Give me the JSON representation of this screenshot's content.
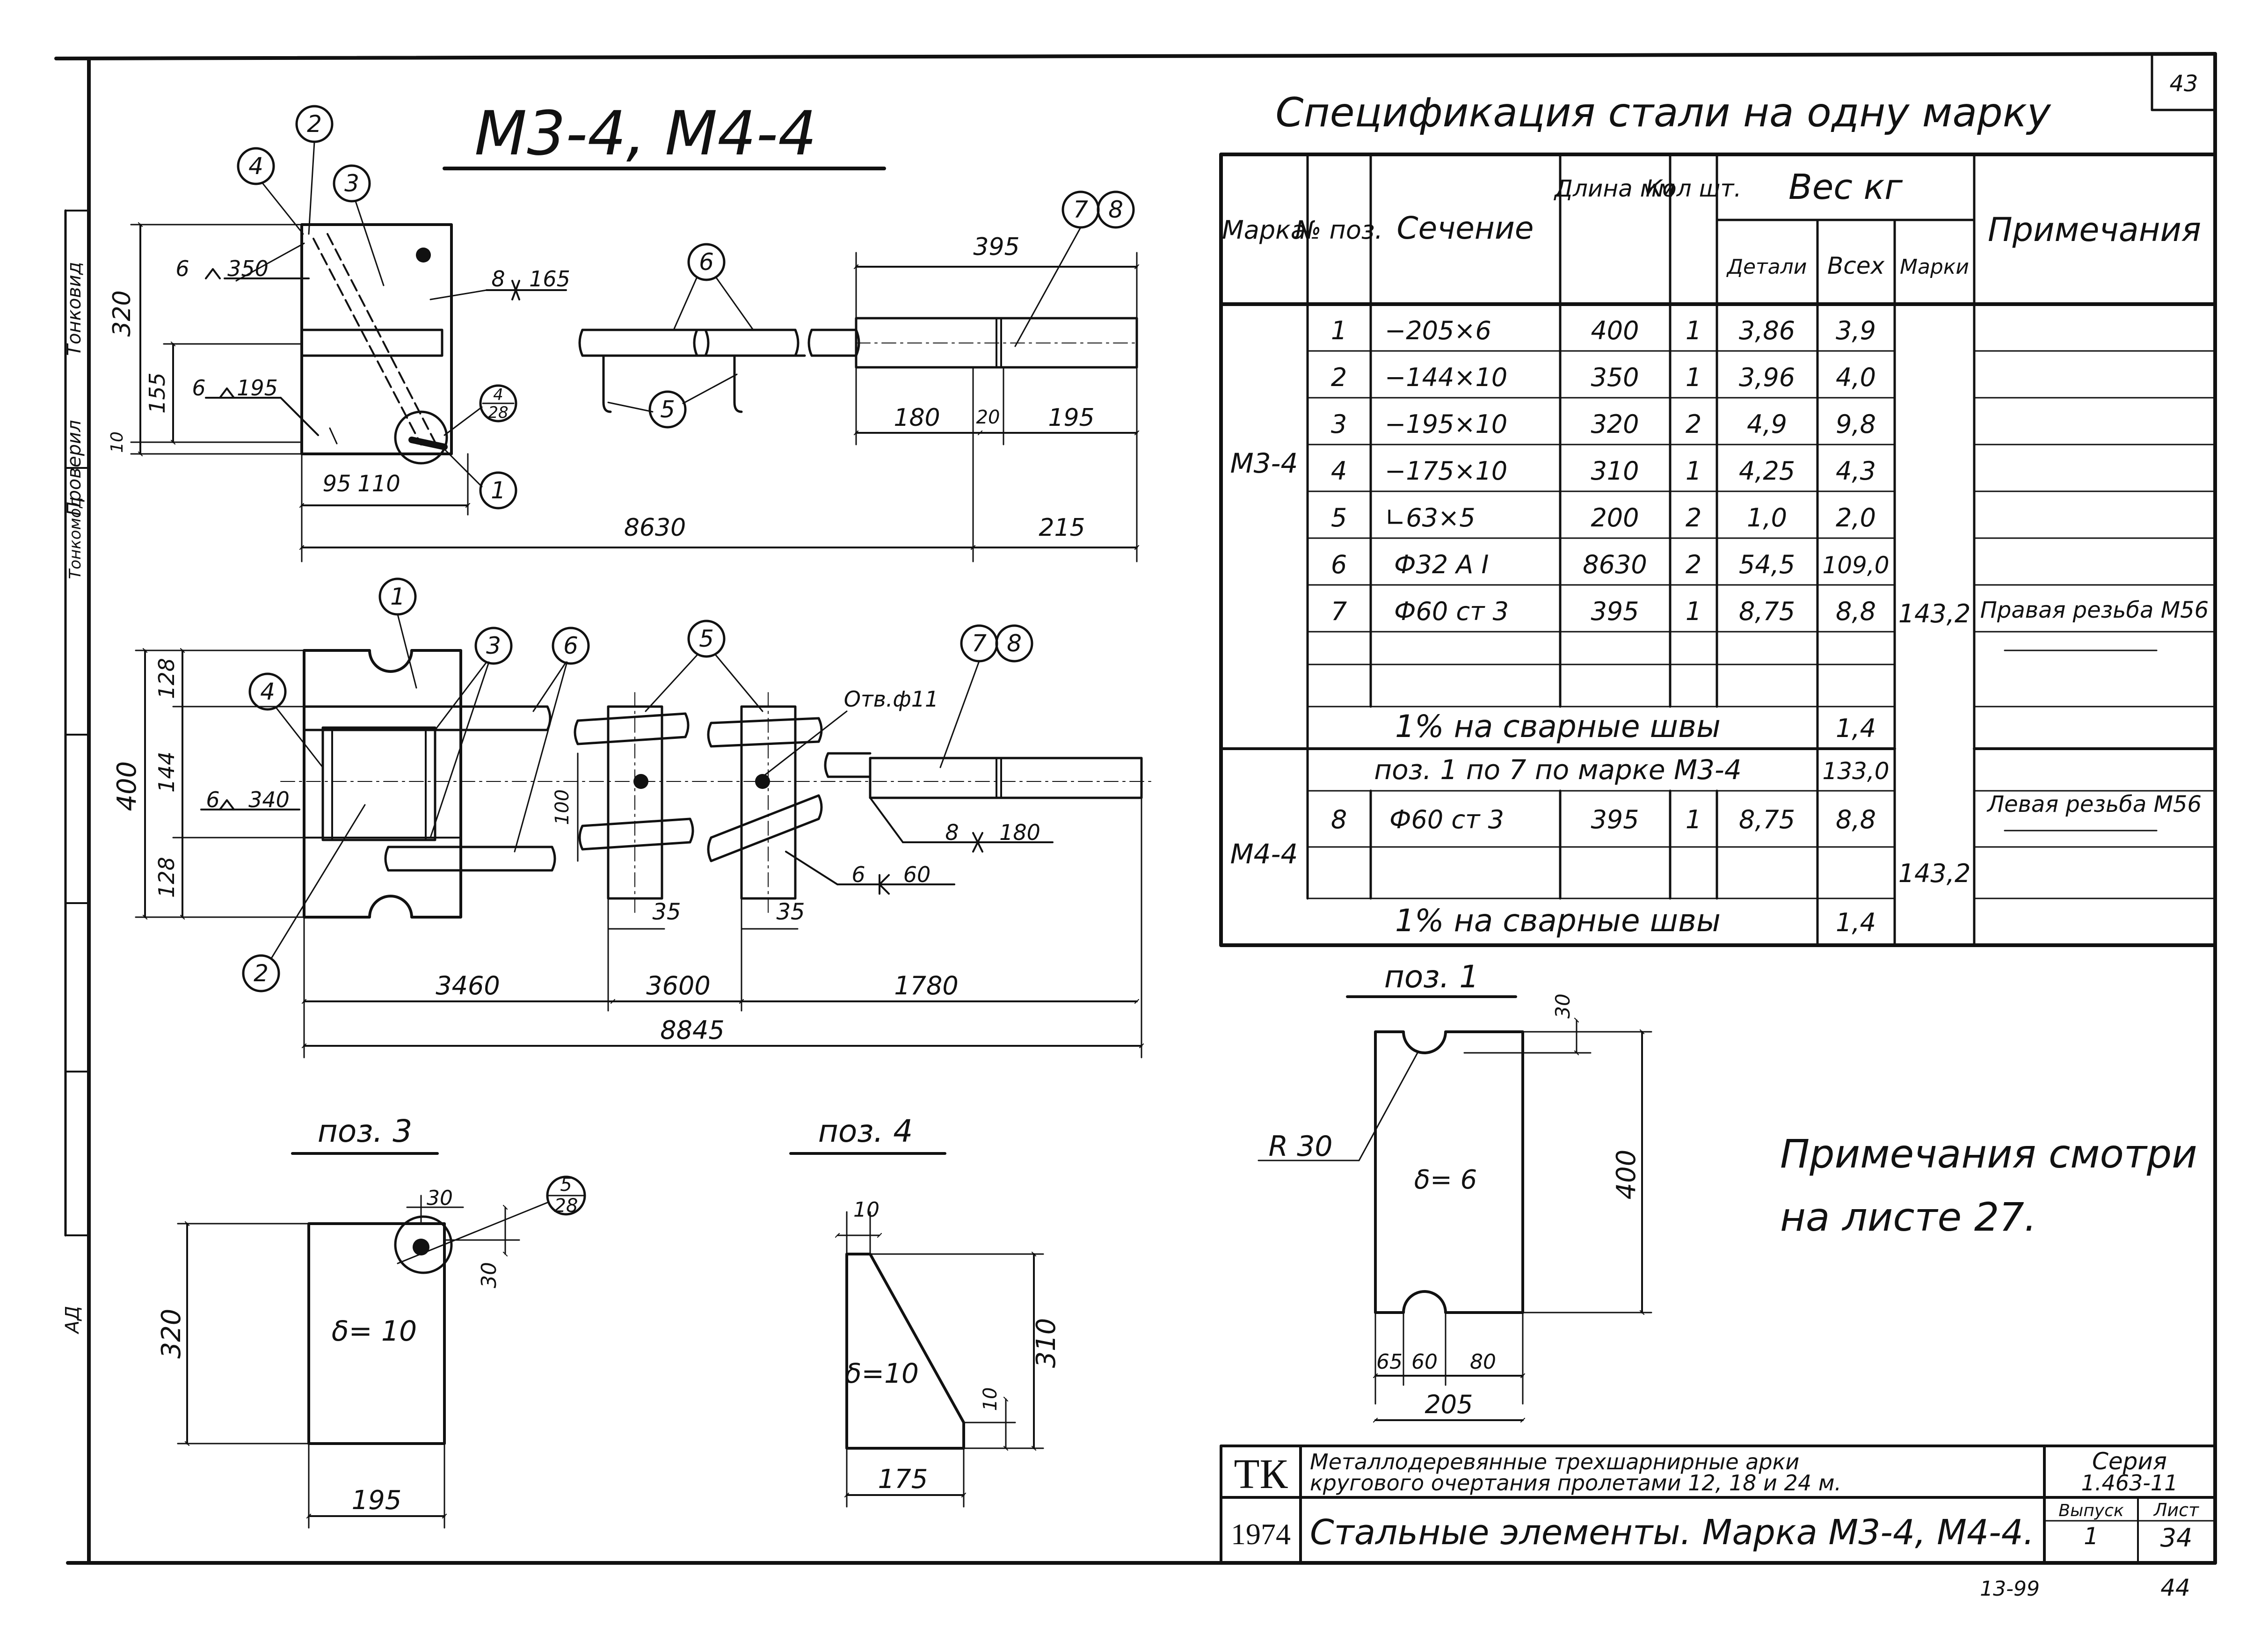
{
  "sheet": {
    "page_number": "43",
    "footer_number": "44",
    "archive_number": "13-99",
    "side_label": "АД",
    "side_stamp": {
      "role1": "Проверил",
      "name1": "Тонковид",
      "role2": "Тонкомод"
    }
  },
  "drawing": {
    "main_title": "М3-4, М4-4",
    "balloons": [
      "1",
      "2",
      "3",
      "4",
      "5",
      "6",
      "7",
      "8"
    ],
    "balloon_fraction": {
      "top": "4",
      "bottom": "28"
    },
    "balloon_fraction_b": {
      "top": "5",
      "bottom": "28"
    },
    "top_view_dims": {
      "d320": "320",
      "d155": "155",
      "d10": "10",
      "d95": "95",
      "d110": "110",
      "d8630": "8630",
      "d215": "215",
      "d395": "395",
      "d180": "180",
      "d20": "20",
      "d195": "195"
    },
    "top_view_welds": {
      "w1": "6",
      "w1v": "350",
      "w2": "8",
      "w2v": "165",
      "w3": "6",
      "w3v": "195"
    },
    "plan_view_dims": {
      "d400": "400",
      "d128a": "128",
      "d144": "144",
      "d128b": "128",
      "d100": "100",
      "d35a": "35",
      "d35b": "35",
      "d3460": "3460",
      "d3600": "3600",
      "d1780": "1780",
      "d8845": "8845"
    },
    "plan_view_welds": {
      "w1": "6",
      "w1v": "340",
      "w2": "8",
      "w2v": "180",
      "w3": "6",
      "w3v": "60"
    },
    "hole_note": "Отв.ф11"
  },
  "details": {
    "pos3": {
      "title": "поз. 3",
      "thickness": "δ= 10",
      "d30a": "30",
      "d30b": "30",
      "d320": "320",
      "d195": "195"
    },
    "pos4": {
      "title": "поз. 4",
      "thickness": "δ=10",
      "d10a": "10",
      "d10b": "10",
      "d310": "310",
      "d175": "175"
    },
    "pos1": {
      "title": "поз. 1",
      "thickness": "δ= 6",
      "radius": "R 30",
      "d30": "30",
      "d400": "400",
      "d65": "65",
      "d60": "60",
      "d80": "80",
      "d205": "205"
    }
  },
  "spec": {
    "title": "Спецификация стали на одну марку",
    "headers": {
      "mark": "Марка",
      "pos": "№ поз.",
      "section": "Сечение",
      "length": "Длина мм",
      "qty": "Кол шт.",
      "weight": "Вес кг",
      "w_detail": "Детали",
      "w_all": "Всех",
      "w_mark": "Марки",
      "note": "Примечания"
    },
    "group1_mark": "М3-4",
    "rows": [
      {
        "pos": "1",
        "section": "−205×6",
        "length": "400",
        "qty": "1",
        "w_detail": "3,86",
        "w_all": "3,9"
      },
      {
        "pos": "2",
        "section": "−144×10",
        "length": "350",
        "qty": "1",
        "w_detail": "3,96",
        "w_all": "4,0"
      },
      {
        "pos": "3",
        "section": "−195×10",
        "length": "320",
        "qty": "2",
        "w_detail": "4,9",
        "w_all": "9,8"
      },
      {
        "pos": "4",
        "section": "−175×10",
        "length": "310",
        "qty": "1",
        "w_detail": "4,25",
        "w_all": "4,3"
      },
      {
        "pos": "5",
        "section": "∟63×5",
        "length": "200",
        "qty": "2",
        "w_detail": "1,0",
        "w_all": "2,0"
      },
      {
        "pos": "6",
        "section": "Ф32 А I",
        "length": "8630",
        "qty": "2",
        "w_detail": "54,5",
        "w_all": "109,0"
      },
      {
        "pos": "7",
        "section": "Ф60 ст 3",
        "length": "395",
        "qty": "1",
        "w_detail": "8,75",
        "w_all": "8,8"
      }
    ],
    "group1_total": "143,2",
    "group1_note": "Правая резьба М56",
    "welds_label": "1% на сварные швы",
    "welds1": "1,4",
    "group2_mark": "М4-4",
    "group2_ref": "поз. 1 по 7 по марке М3-4",
    "group2_ref_weight": "133,0",
    "row8": {
      "pos": "8",
      "section": "Ф60 ст 3",
      "length": "395",
      "qty": "1",
      "w_detail": "8,75",
      "w_all": "8,8"
    },
    "group2_total": "143,2",
    "group2_note": "Левая резьба М56",
    "welds2": "1,4"
  },
  "note": {
    "line1": "Примечания смотри",
    "line2": "на листе 27."
  },
  "title_block": {
    "org": "ТК",
    "year": "1974",
    "project_line1": "Металлодеревянные трехшарнирные арки",
    "project_line2": "кругового очертания пролетами 12, 18 и 24 м.",
    "sheet_title": "Стальные элементы. Марка М3-4, М4-4.",
    "series_label": "Серия",
    "series_value": "1.463-11",
    "issue_label": "Выпуск",
    "issue_value": "1",
    "sheet_label": "Лист",
    "sheet_value": "34"
  }
}
